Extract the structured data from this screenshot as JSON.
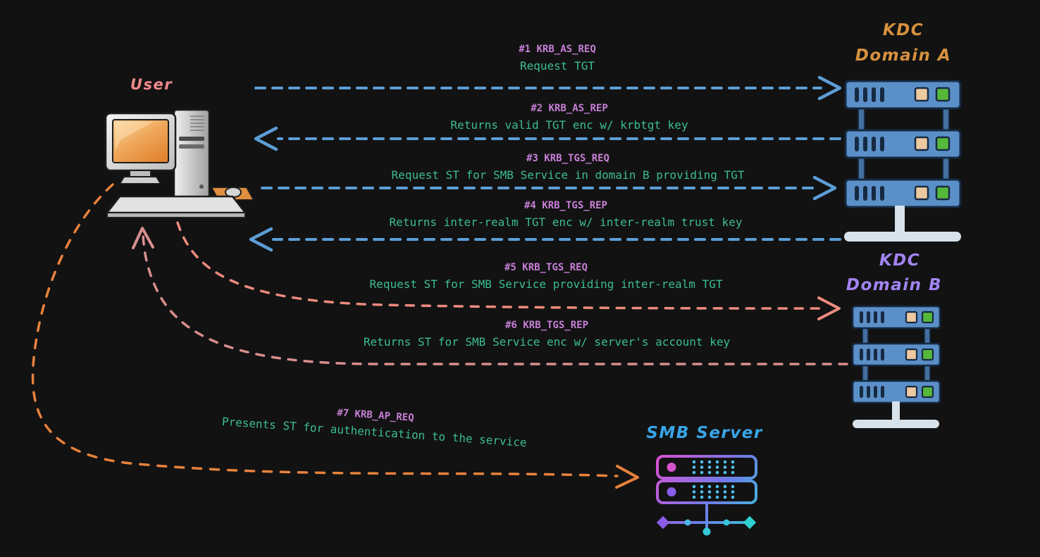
{
  "nodes": {
    "user": {
      "label": "User"
    },
    "kdc_a": {
      "title": "KDC",
      "subtitle": "Domain A"
    },
    "kdc_b": {
      "title": "KDC",
      "subtitle": "Domain B"
    },
    "smb": {
      "label": "SMB Server"
    }
  },
  "messages": [
    {
      "id": "#1 KRB_AS_REQ",
      "desc": "Request TGT"
    },
    {
      "id": "#2 KRB_AS_REP",
      "desc": "Returns valid TGT enc w/ krbtgt key"
    },
    {
      "id": "#3 KRB_TGS_REQ",
      "desc": "Request ST for SMB Service in domain B providing TGT"
    },
    {
      "id": "#4 KRB_TGS_REP",
      "desc": "Returns inter-realm TGT enc w/ inter-realm trust key"
    },
    {
      "id": "#5 KRB_TGS_REQ",
      "desc": "Request ST for SMB Service providing inter-realm TGT"
    },
    {
      "id": "#6 KRB_TGS_REP",
      "desc": "Returns ST for SMB Service enc w/ server's account key"
    },
    {
      "id": "#7 KRB_AP_REQ",
      "desc": "Presents ST for authentication to the service"
    }
  ],
  "colors": {
    "canvas-bg": "#121212",
    "arrow-blue": "#5c9ed6",
    "arrow-pink": "#ee8b7e",
    "arrow-rose": "#d98e8e",
    "arrow-orange": "#e8823c",
    "msg-id": "#c77fd6",
    "msg-desc": "#3cbd92",
    "user-label": "#f0898d",
    "kdc-a-label": "#d6913f",
    "kdc-b-label": "#a284f2",
    "smb-label": "#38a5e8"
  }
}
